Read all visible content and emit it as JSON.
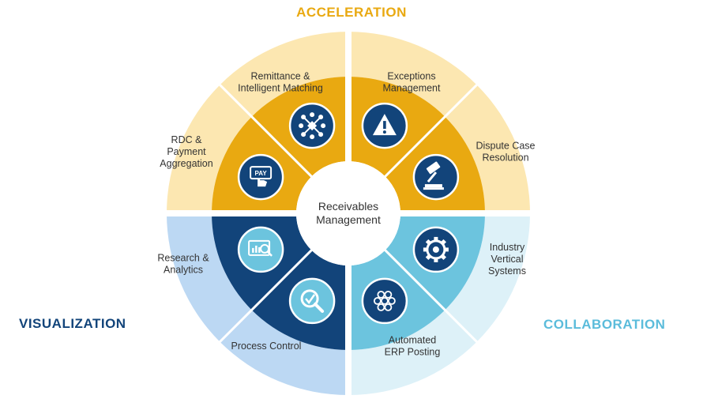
{
  "colors": {
    "acceleration": "#E9A911",
    "acceleration_outer": "#FCE7B1",
    "acceleration_label": "#E9A911",
    "visualization": "#12447A",
    "visualization_outer": "#BCD8F3",
    "visualization_label": "#12447A",
    "collaboration": "#6CC4DE",
    "collaboration_outer": "#DDF1F8",
    "collaboration_label": "#5BBCDB",
    "text": "#333333"
  },
  "categories": {
    "acceleration": "ACCELERATION",
    "visualization": "VISUALIZATION",
    "collaboration": "COLLABORATION"
  },
  "center": {
    "line1": "Receivables",
    "line2": "Management"
  },
  "segments": [
    {
      "key": "rdc",
      "lines": [
        "RDC &",
        "Payment",
        "Aggregation"
      ],
      "icon": "pay-card-hand-icon",
      "icon_text": "PAY"
    },
    {
      "key": "remittance",
      "lines": [
        "Remittance &",
        "Intelligent Matching"
      ],
      "icon": "network-nodes-icon"
    },
    {
      "key": "exceptions",
      "lines": [
        "Exceptions",
        "Management"
      ],
      "icon": "warning-triangle-icon"
    },
    {
      "key": "dispute",
      "lines": [
        "Dispute Case",
        "Resolution"
      ],
      "icon": "gavel-icon"
    },
    {
      "key": "industry",
      "lines": [
        "Industry",
        "Vertical",
        "Systems"
      ],
      "icon": "gear-cycle-icon"
    },
    {
      "key": "erp",
      "lines": [
        "Automated",
        "ERP Posting"
      ],
      "icon": "hexagon-network-icon"
    },
    {
      "key": "process",
      "lines": [
        "Process Control"
      ],
      "icon": "magnifier-check-icon"
    },
    {
      "key": "research",
      "lines": [
        "Research &",
        "Analytics"
      ],
      "icon": "analytics-monitor-icon"
    }
  ]
}
